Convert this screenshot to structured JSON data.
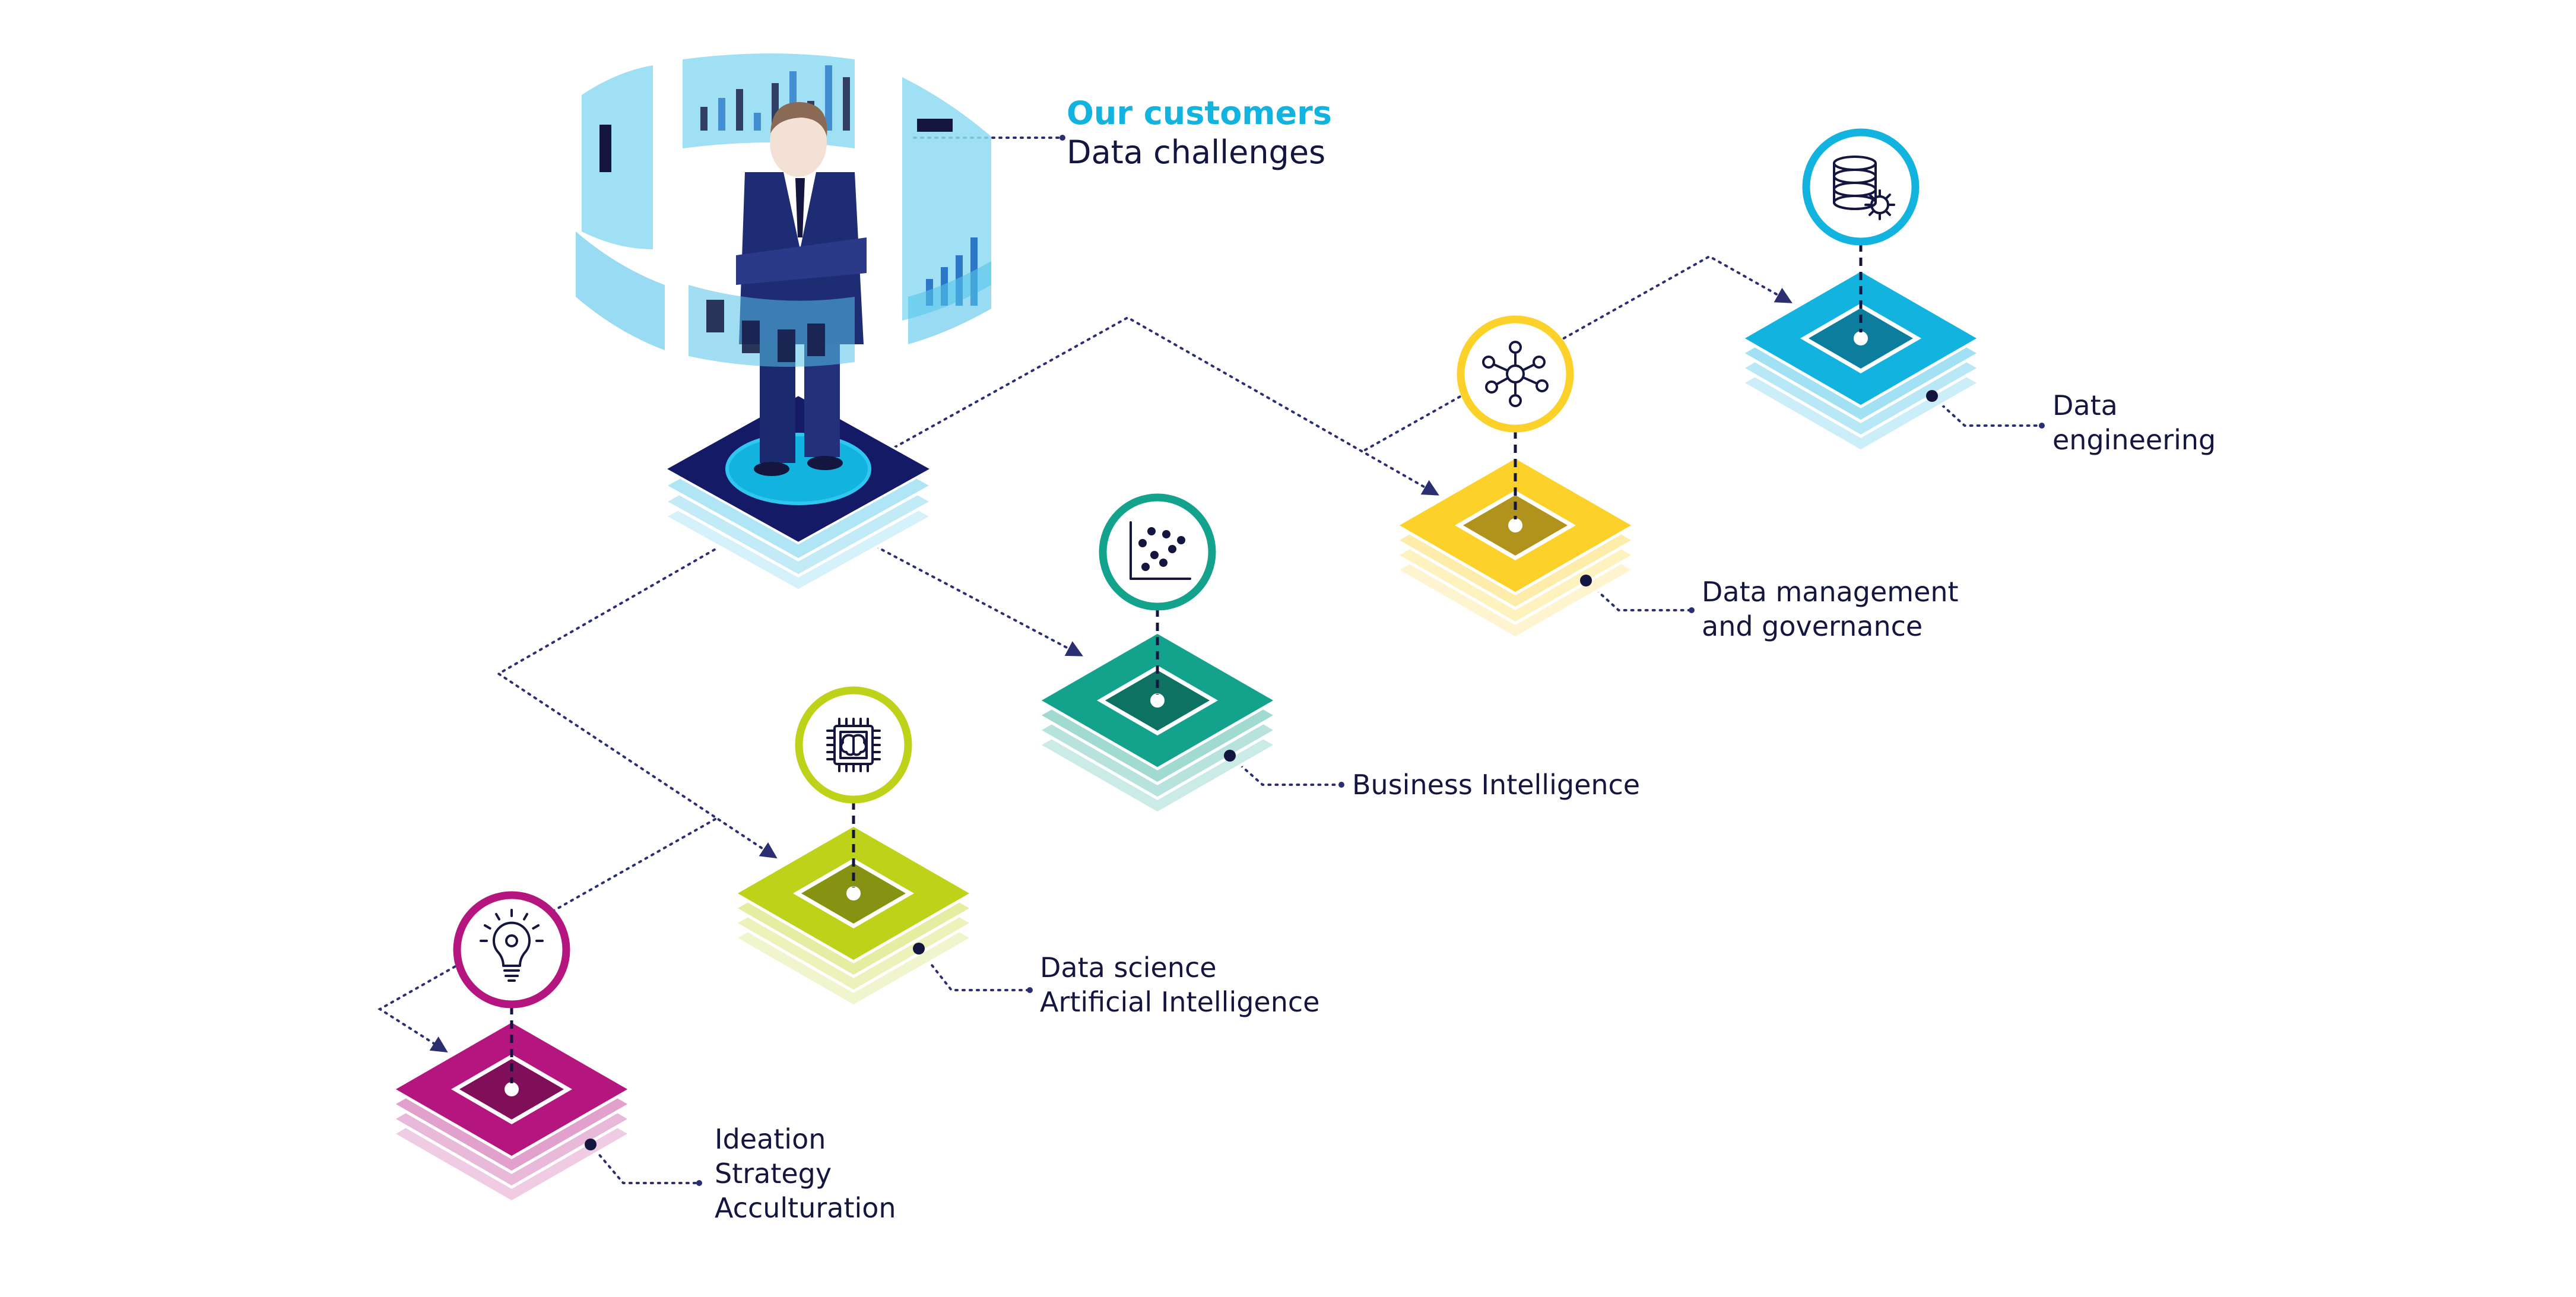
{
  "header": {
    "title": "Our customers",
    "subtitle": "Data challenges"
  },
  "nodes": [
    {
      "id": "ideation",
      "lines": [
        "Ideation",
        "Strategy",
        "Acculturation"
      ],
      "color": "#b5157f",
      "icon": "lightbulb-icon"
    },
    {
      "id": "data-science",
      "lines": [
        "Data science",
        "Artificial Intelligence"
      ],
      "color": "#bfd21a",
      "icon": "ai-chip-icon"
    },
    {
      "id": "business-intelligence",
      "lines": [
        "Business Intelligence"
      ],
      "color": "#13a38c",
      "icon": "scatter-chart-icon"
    },
    {
      "id": "data-management",
      "lines": [
        "Data management",
        "and governance"
      ],
      "color": "#fcd22a",
      "icon": "network-icon"
    },
    {
      "id": "data-engineering",
      "lines": [
        "Data",
        "engineering"
      ],
      "color": "#13b3e0",
      "icon": "database-gear-icon"
    }
  ],
  "colors": {
    "navy": "#14163f",
    "line": "#2b2f72",
    "cyan": "#13b3e0"
  }
}
